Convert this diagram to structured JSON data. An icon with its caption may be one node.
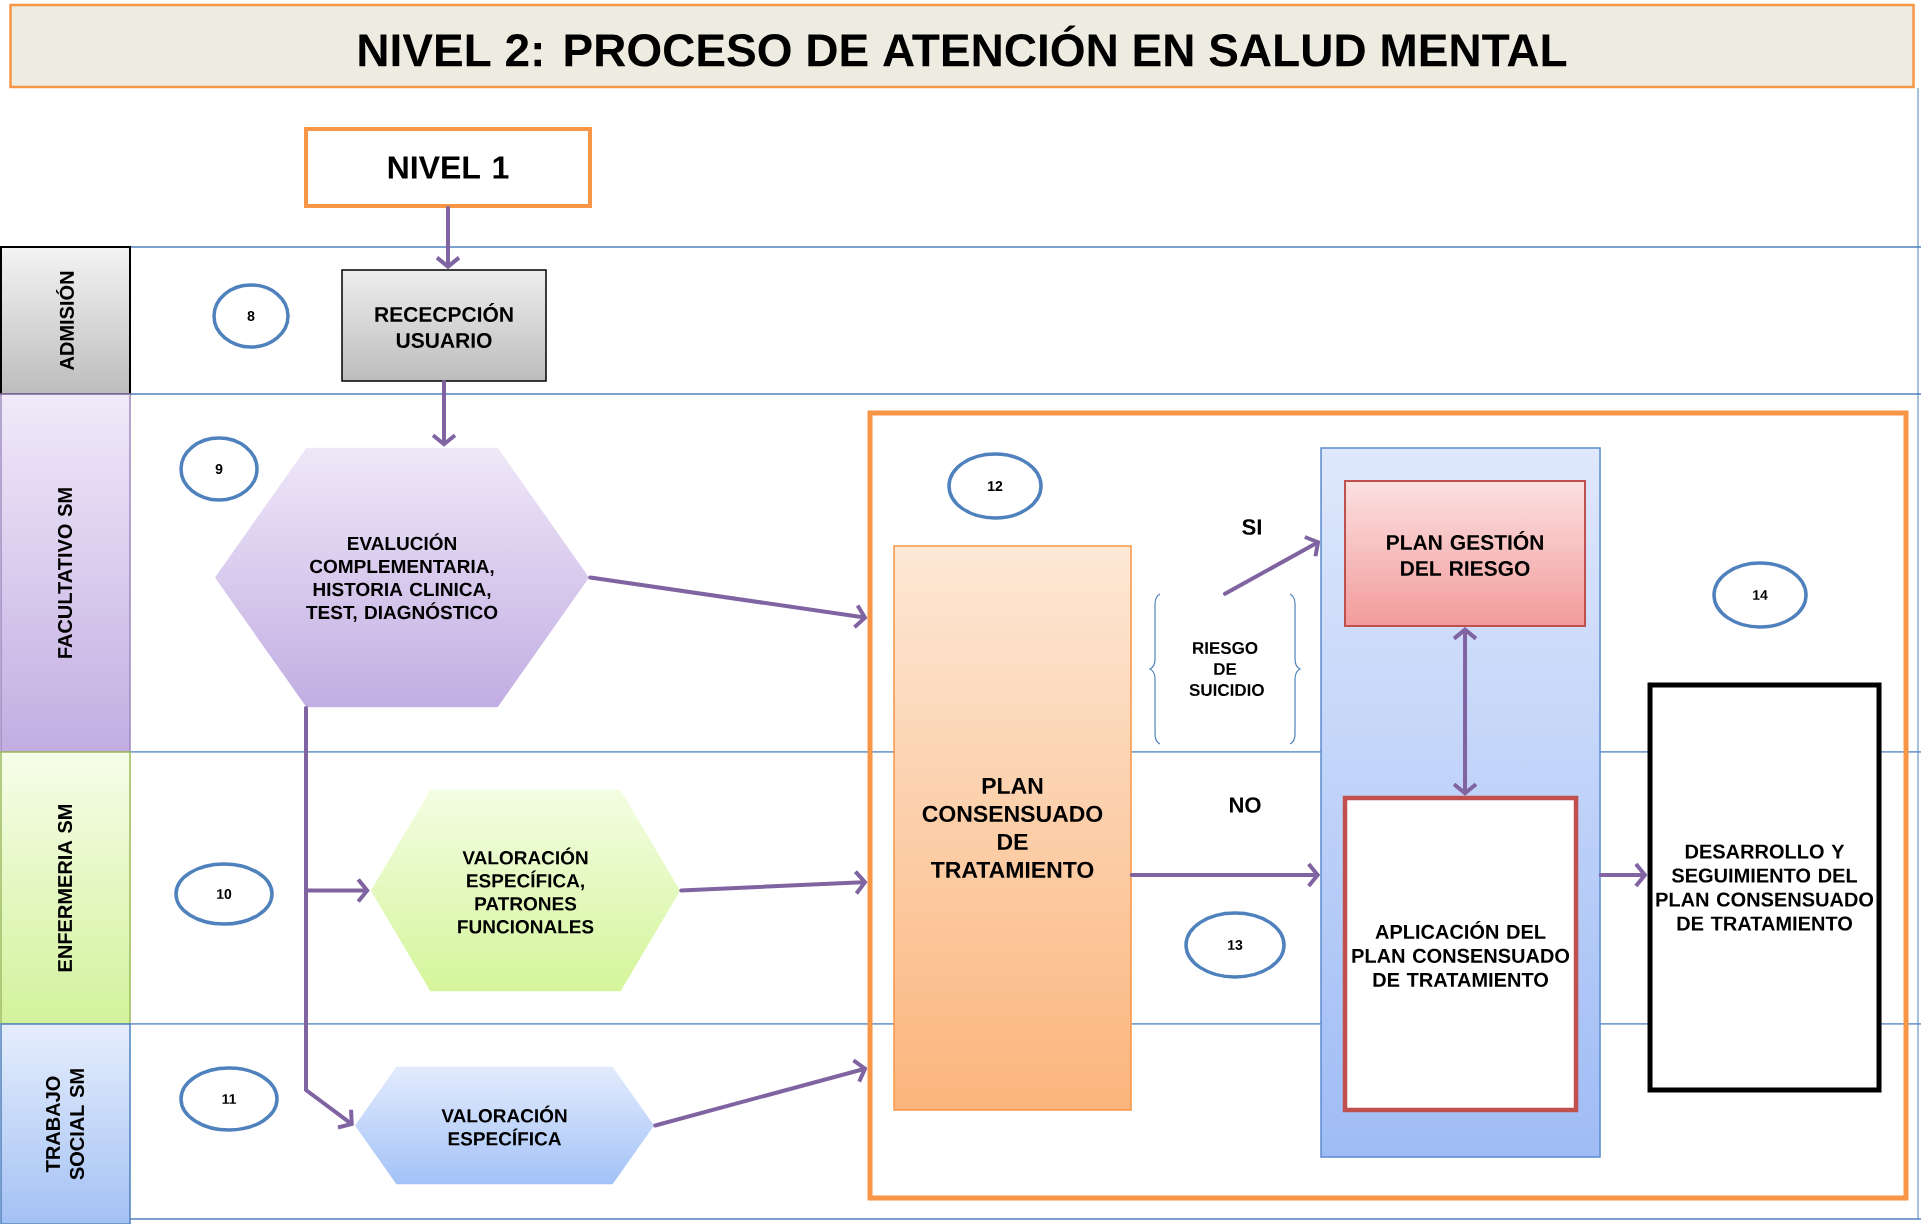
{
  "diagram": {
    "title": "NIVEL 2: PROCESO DE ATENCIÓN EN SALUD MENTAL",
    "nodes": [
      {
        "text": [
          "NIVEL 1"
        ]
      },
      {
        "text": [
          "ADMISIÓN"
        ]
      },
      {
        "text": [
          "FACULTATIVO SM"
        ]
      },
      {
        "text": [
          "ENFERMERIA SM"
        ]
      },
      {
        "text": [
          "TRABAJO SOCIAL SM"
        ]
      },
      {
        "text": [
          "8"
        ]
      },
      {
        "text": [
          "RECECPCIÓN USUARIO"
        ]
      },
      {
        "text": [
          "9"
        ]
      },
      {
        "text": [
          "EVALUCIÓN COMPLEMENTARIA, HISTORIA CLINICA, TEST, DIAGNÓSTICO"
        ]
      },
      {
        "text": [
          "10"
        ]
      },
      {
        "text": [
          "VALORACIÓN ESPECÍFICA, PATRONES FUNCIONALES"
        ]
      },
      {
        "text": [
          "11"
        ]
      },
      {
        "text": [
          "VALORACIÓN ESPECÍFICA"
        ]
      },
      {
        "text": [],
        "shape": "box"
      },
      {
        "text": [
          "12"
        ],
        "in": 13
      },
      {
        "text": [
          "PLAN CONSENSUADO DE TRATAMIENTO"
        ],
        "in": 13
      },
      {
        "text": [
          "RIESGO DE SUICIDIO"
        ],
        "in": 13
      },
      {
        "text": [],
        "shape": "box",
        "in": 13
      },
      {
        "text": [
          "PLAN GESTIÓN DEL RIESGO"
        ],
        "in": 17
      },
      {
        "text": [
          "APLICACIÓN DEL PLAN CONSENSUADO DE TRATAMIENTO"
        ],
        "in": 17
      },
      {
        "text": [
          "13"
        ],
        "in": 13
      },
      {
        "text": [
          "14"
        ],
        "in": 13
      },
      {
        "text": [
          "DESARROLLO Y SEGUIMIENTO DEL PLAN CONSENSUADO DE TRATAMIENTO"
        ],
        "in": 13
      }
    ],
    "edges": [
      {
        "from": 0,
        "to": 6,
        "arrow": "to"
      },
      {
        "from": 6,
        "to": 8,
        "arrow": "to"
      },
      {
        "from": 8,
        "to": 13,
        "arrow": "to"
      },
      {
        "from": 8,
        "to": 10,
        "arrow": "to"
      },
      {
        "from": 8,
        "to": 12,
        "arrow": "to"
      },
      {
        "from": 10,
        "to": 13,
        "arrow": "to"
      },
      {
        "from": 12,
        "to": 13,
        "arrow": "to"
      },
      {
        "from": 16,
        "to": 17,
        "arrow": "to",
        "label": "SI"
      },
      {
        "from": 15,
        "to": 17,
        "arrow": "to",
        "label": "NO"
      },
      {
        "from": 18,
        "to": 19,
        "arrow": "both"
      },
      {
        "from": 17,
        "to": 22,
        "arrow": "to"
      }
    ]
  }
}
